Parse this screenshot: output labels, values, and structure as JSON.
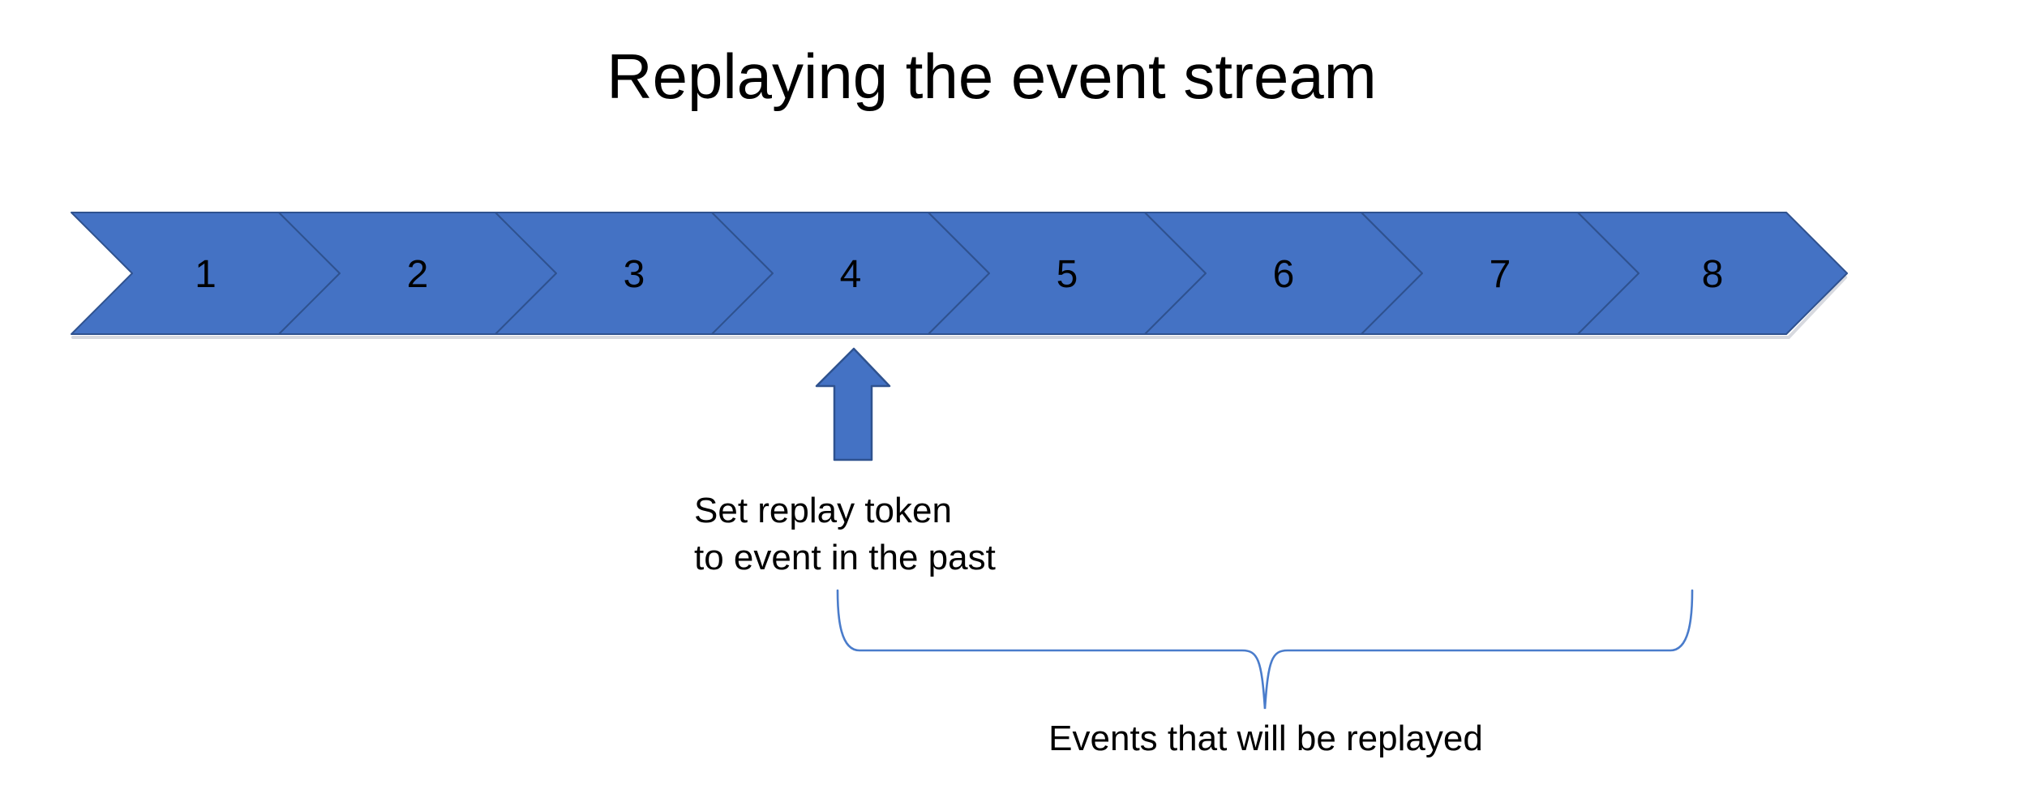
{
  "title": "Replaying the event stream",
  "diagram": {
    "type": "chevron-process-timeline",
    "events": [
      "1",
      "2",
      "3",
      "4",
      "5",
      "6",
      "7",
      "8"
    ],
    "annotations": {
      "replay_token": {
        "lines": [
          "Set replay token",
          "to event in the past"
        ],
        "points_to_event": "4"
      },
      "replay_range": {
        "label": "Events that will be replayed",
        "from_event": "4",
        "to_event": "8"
      }
    },
    "colors": {
      "chevron_fill": "#4472C4",
      "chevron_outline": "#2F528F",
      "arrow_fill": "#4472C4",
      "arrow_outline": "#2F528F",
      "brace_stroke": "#4A7CCB",
      "number_text": "#000000",
      "label_text": "#000000",
      "background": "#FFFFFF"
    }
  }
}
